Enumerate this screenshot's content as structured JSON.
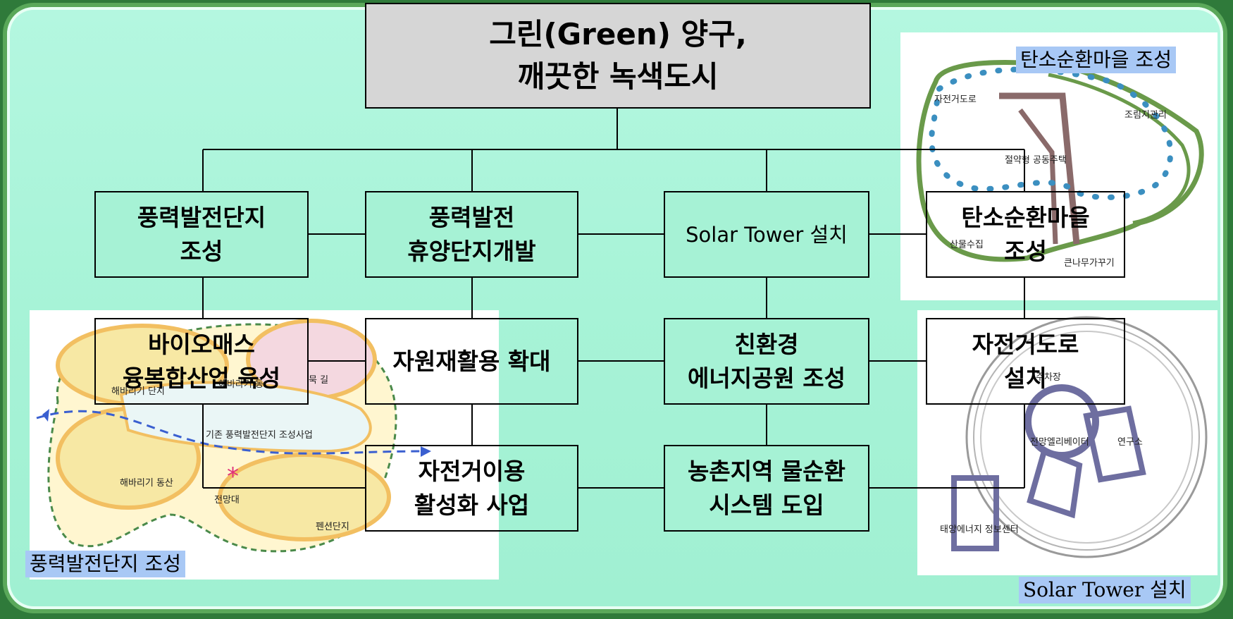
{
  "title": {
    "line1": "그린(Green) 양구,",
    "line2": "깨끗한 녹색도시"
  },
  "boxes": {
    "wind_complex": {
      "line1": "풍력발전단지",
      "line2": "조성"
    },
    "wind_resort": {
      "line1": "풍력발전",
      "line2": "휴양단지개발"
    },
    "solar_tower": {
      "line1": "Solar Tower 설치"
    },
    "carbon_village": {
      "line1": "탄소순환마을",
      "line2": "조성"
    },
    "biomass": {
      "line1": "바이오매스",
      "line2": "융복합산업 육성"
    },
    "recycling": {
      "line1": "자원재활용 확대"
    },
    "eco_energy_park": {
      "line1": "친환경",
      "line2": "에너지공원 조성"
    },
    "bike_road": {
      "line1": "자전거도로",
      "line2": "설치"
    },
    "bike_use": {
      "line1": "자전거이용",
      "line2": "활성화 사업"
    },
    "water_cycle": {
      "line1": "농촌지역 물순환",
      "line2": "시스템 도입"
    }
  },
  "captions": {
    "carbon": "탄소순환마을 조성",
    "wind": "풍력발전단지 조성",
    "solar": "Solar Tower 설치"
  },
  "map_labels": {
    "carbon": {
      "bike": "자전거도로",
      "forest": "조림지관리",
      "housing": "절약형 공동주택",
      "mushroom": "산물수집",
      "tree": "큰나무가꾸기"
    },
    "wind": {
      "existing": "기존 풍력발전단지 조성사업",
      "sunflower": "해바리기 동산",
      "observatory": "전망대",
      "pension": "펜션단지",
      "walk": "묵 길",
      "sunflower2": "해바리기 단지",
      "hill": "해바라기 동"
    },
    "solar": {
      "elevator": "전망엘리베이터",
      "lab": "연구소",
      "info": "태양에너지 정보센터",
      "parking": "주차장"
    }
  },
  "colors": {
    "background": "#a7f3d7",
    "box": "#a6f2d5",
    "title_box": "#d6d6d6",
    "caption": "#a8c8f5",
    "frame": "#5aa85a"
  }
}
